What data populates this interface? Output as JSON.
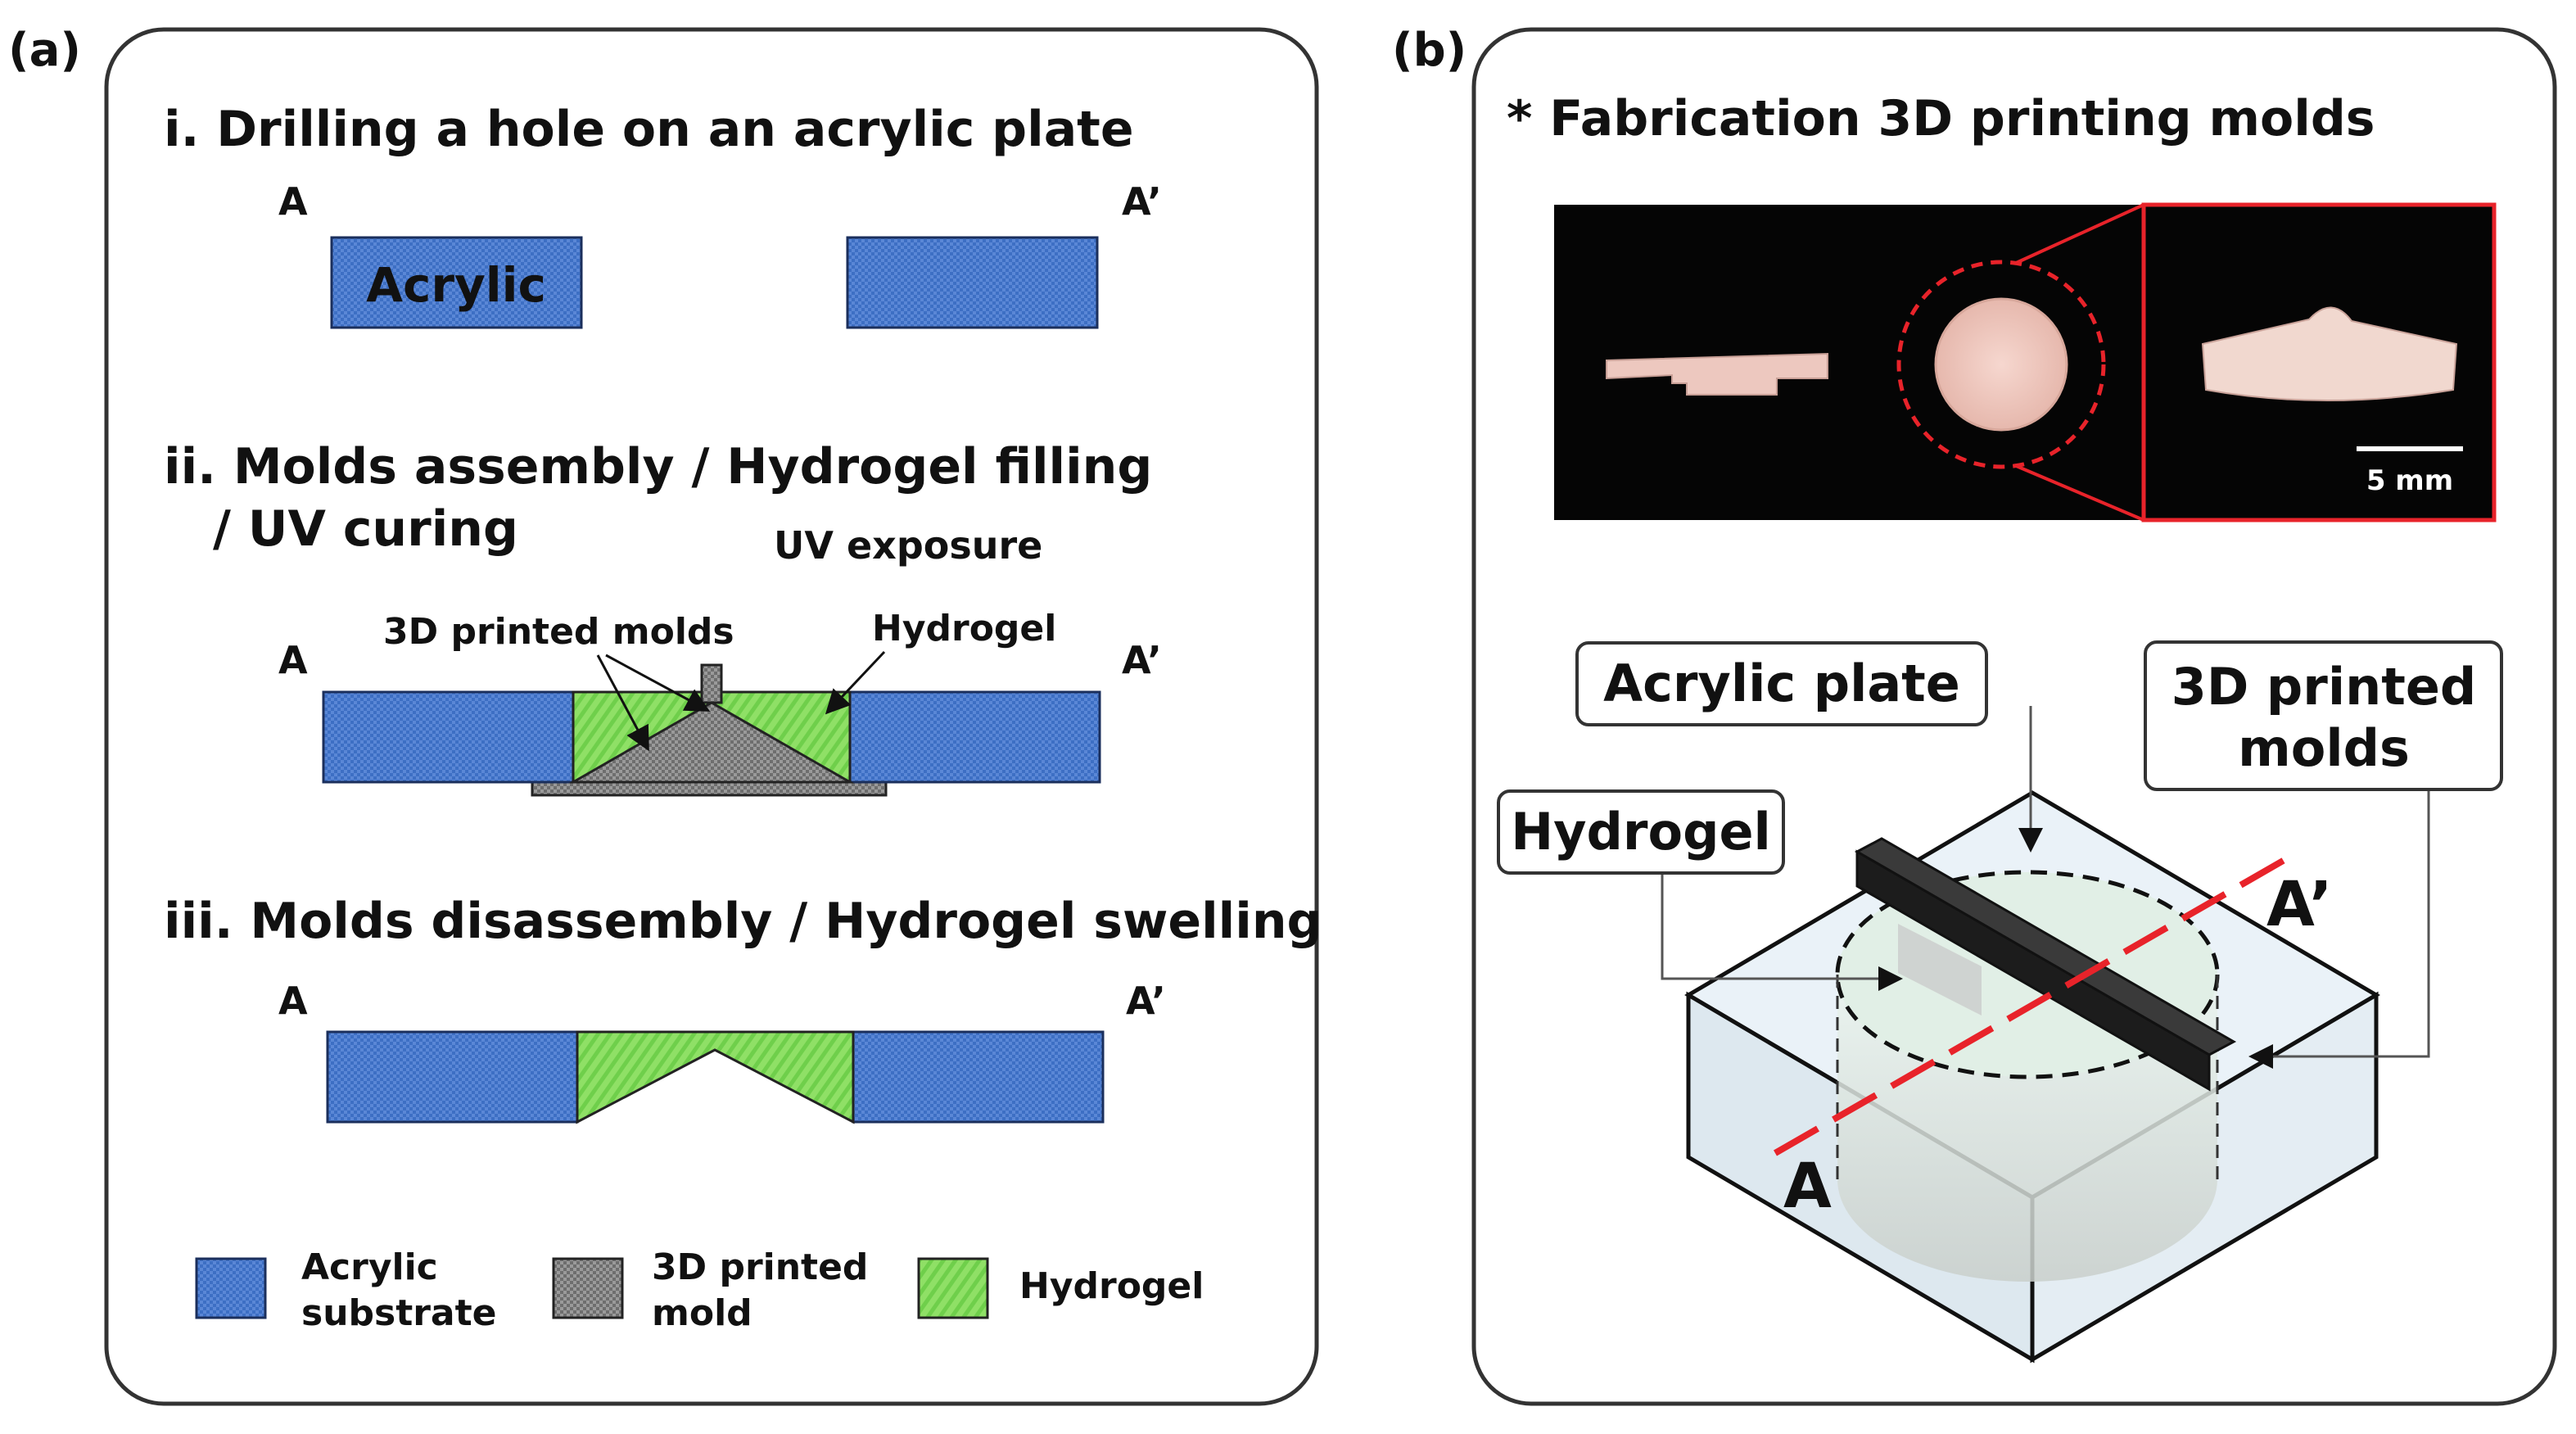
{
  "panel_a": {
    "label": "(a)",
    "step1": {
      "title": "i. Drilling a hole on an acrylic plate",
      "end_a": "A",
      "end_a2": "A’",
      "plate_label": "Acrylic"
    },
    "step2": {
      "title_line1": "ii. Molds assembly / Hydrogel filling",
      "title_line2": "/ UV curing",
      "uv_label": "UV exposure",
      "molds_label": "3D printed molds",
      "hydrogel_label": "Hydrogel",
      "end_a": "A",
      "end_a2": "A’"
    },
    "step3": {
      "title": "iii. Molds disassembly / Hydrogel swelling",
      "end_a": "A",
      "end_a2": "A’"
    },
    "legend": [
      {
        "line1": "Acrylic",
        "line2": "substrate",
        "color": "#3d6fc4"
      },
      {
        "line1": "3D printed",
        "line2": "mold",
        "color": "#7a7a7a"
      },
      {
        "line1": "Hydrogel",
        "line2": "",
        "color": "#7ed957"
      }
    ]
  },
  "panel_b": {
    "label": "(b)",
    "photo_title": "* Fabrication 3D printing molds",
    "scale_bar": "5 mm",
    "callouts": {
      "acrylic": "Acrylic plate",
      "molds_line1": "3D printed",
      "molds_line2": "molds",
      "hydrogel": "Hydrogel"
    },
    "section_a": "A",
    "section_a2": "A’"
  },
  "colors": {
    "acrylic": "#3d6fc4",
    "hydrogel": "#7ed957",
    "mold": "#7a7a7a",
    "section_line": "#e8232a",
    "photo_frame": "#e8232a"
  }
}
